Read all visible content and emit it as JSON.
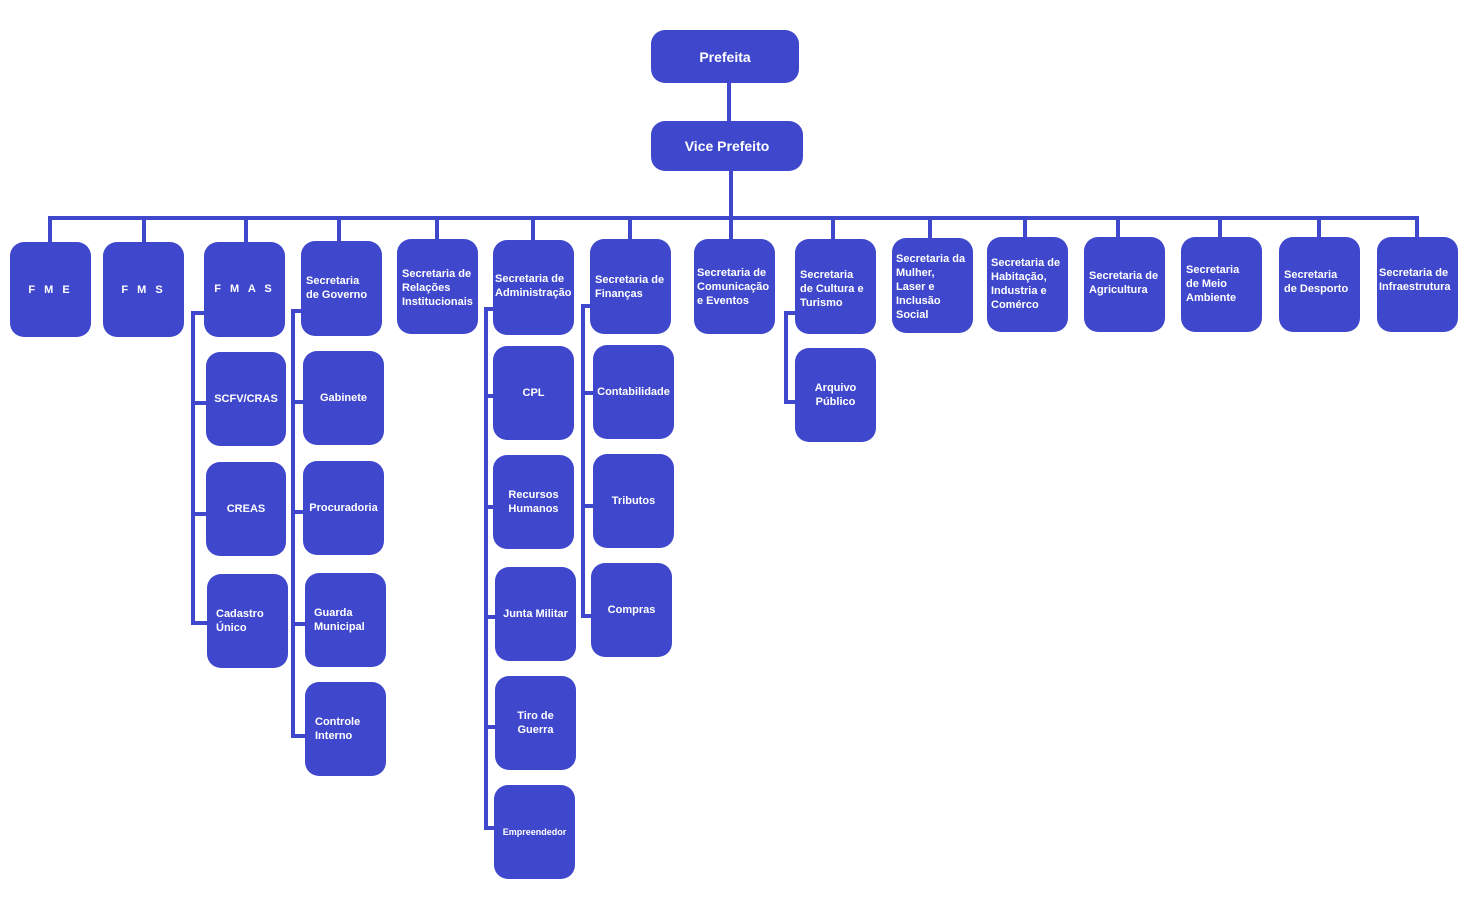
{
  "diagram": {
    "line_color": "#3f48cc",
    "box_color": "#3f48cc",
    "text_color": "#ffffff",
    "nodes": {
      "prefeita": "Prefeita",
      "vice_prefeito": "Vice Prefeito",
      "fme": "F M E",
      "fms": "F M S",
      "fmas": "F M A S",
      "scfv_cras": "SCFV/CRAS",
      "creas": "CREAS",
      "cadastro_unico": "Cadastro\nÚnico",
      "sec_governo": "Secretaria\nde Governo",
      "gabinete": "Gabinete",
      "procuradoria": "Procuradoria",
      "guarda_municipal": "Guarda\nMunicipal",
      "controle_interno": "Controle\nInterno",
      "sec_relacoes": "Secretaria de\nRelações\nInstitucionais",
      "sec_administracao": "Secretaria de\nAdministração",
      "cpl": "CPL",
      "recursos_humanos": "Recursos\nHumanos",
      "junta_militar": "Junta Militar",
      "tiro_de_guerra": "Tiro de\nGuerra",
      "empreendedor": "Empreendedor",
      "sec_financas": "Secretaria de\nFinanças",
      "contabilidade": "Contabilidade",
      "tributos": "Tributos",
      "compras": "Compras",
      "sec_comunicacao": "Secretaria de\nComunicação\ne Eventos",
      "sec_cultura": "Secretaria\nde Cultura e\nTurismo",
      "arquivo_publico": "Arquivo\nPúblico",
      "sec_mulher": "Secretaria da\nMulher,\nLaser e\nInclusão\nSocial",
      "sec_habitacao": "Secretaria de\nHabitação,\nIndustria e\nComérco",
      "sec_agricultura": "Secretaria de\nAgricultura",
      "sec_meio_ambiente": "Secretaria\nde Meio\nAmbiente",
      "sec_desporto": "Secretaria\nde Desporto",
      "sec_infraestrutura": "Secretaria de\nInfraestrutura"
    }
  }
}
